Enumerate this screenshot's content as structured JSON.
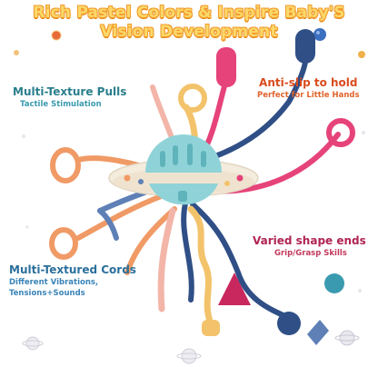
{
  "headline": {
    "line1": "Rich Pastel Colors & Inspire Baby'S",
    "line2": "Vision Development"
  },
  "callouts": {
    "pulls": {
      "title": "Multi-Texture Pulls",
      "subtitle": "Tactile Stimulation"
    },
    "antislip": {
      "title": "Anti-slip to hold",
      "subtitle": "Perfect for Little Hands"
    },
    "shape_ends": {
      "title": "Varied shape ends",
      "subtitle": "Grip/Grasp Skills"
    },
    "cords": {
      "title": "Multi-Textured Cords",
      "subtitle_line1": "Different Vibrations,",
      "subtitle_line2": "Tensions+Sounds"
    }
  },
  "colors": {
    "headline_fill": "#fbd86a",
    "headline_outline": "#f29b2b",
    "ball_blue": "#8fd3d8",
    "disc_cream": "#f4ecdd",
    "pull_orange": "#f09a66",
    "pull_navy": "#2f4f86",
    "pull_pink": "#e6437a",
    "pull_yellow": "#f3c36b",
    "pull_peach": "#f2b5a8",
    "teether_blue": "#5e80b6"
  },
  "icons": [
    "planet-icon",
    "star-icon",
    "spark-icon"
  ]
}
